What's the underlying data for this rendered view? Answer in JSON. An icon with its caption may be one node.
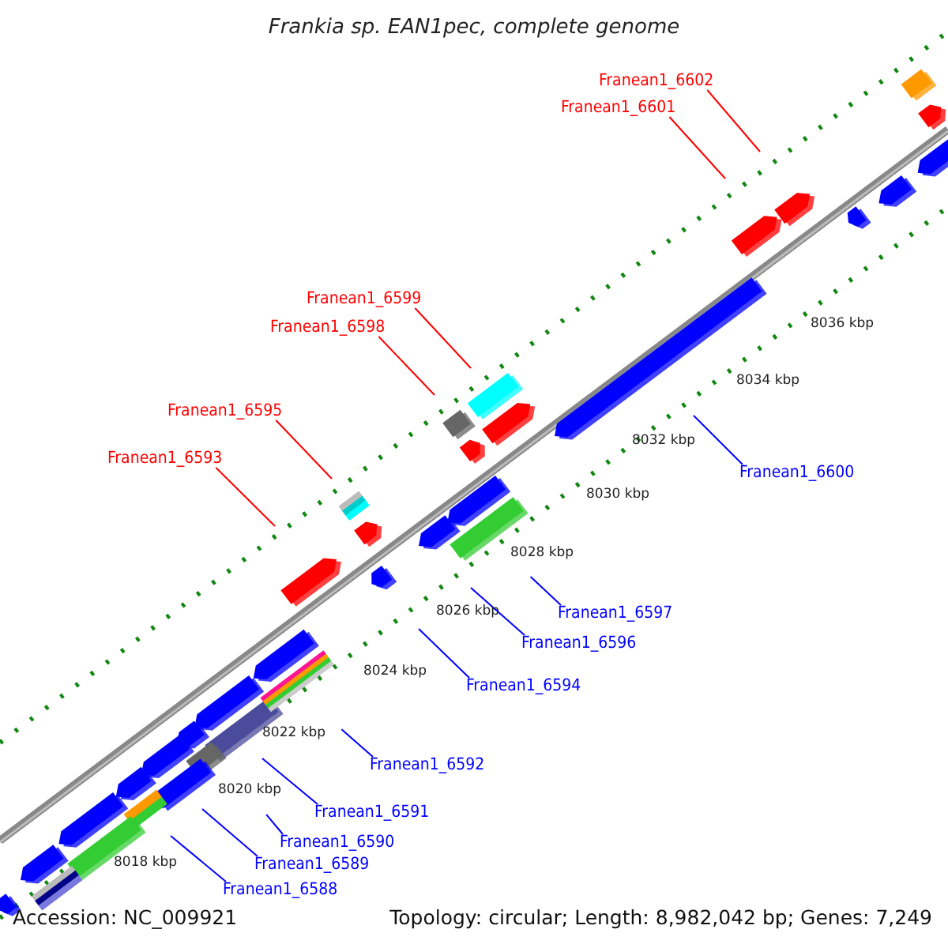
{
  "diagram": {
    "title": "Frankia sp. EAN1pec, complete genome",
    "nodes": [
      {
        "text": [
          "Franean1_6602"
        ]
      },
      {
        "text": [
          "Franean1_6601"
        ]
      },
      {
        "text": [
          "Franean1_6599"
        ]
      },
      {
        "text": [
          "Franean1_6598"
        ]
      },
      {
        "text": [
          "Franean1_6595"
        ]
      },
      {
        "text": [
          "Franean1_6600"
        ]
      },
      {
        "text": [
          "Franean1_6593"
        ]
      },
      {
        "text": [
          "Franean1_6597"
        ]
      },
      {
        "text": [
          "Franean1_6596"
        ]
      },
      {
        "text": [
          "Franean1_6594"
        ]
      },
      {
        "text": [
          "Franean1_6592"
        ]
      },
      {
        "text": [
          "Franean1_6591"
        ]
      },
      {
        "text": [
          "Franean1_6590"
        ]
      },
      {
        "text": [
          "Franean1_6589"
        ]
      },
      {
        "text": [
          "Franean1_6588"
        ]
      }
    ],
    "edges": [
      {
        "from": 0,
        "to": null,
        "arrow": "none",
        "color": "#ff0000"
      },
      {
        "from": 1,
        "to": null,
        "arrow": "none",
        "color": "#ff0000"
      },
      {
        "from": 2,
        "to": null,
        "arrow": "none",
        "color": "#ff0000"
      },
      {
        "from": 3,
        "to": null,
        "arrow": "none",
        "color": "#ff0000"
      },
      {
        "from": 4,
        "to": null,
        "arrow": "none",
        "color": "#ff0000"
      },
      {
        "from": 5,
        "to": null,
        "arrow": "none"
      },
      {
        "from": 6,
        "to": null,
        "arrow": "none",
        "color": "#ff0000"
      },
      {
        "from": 7,
        "to": null,
        "arrow": "none"
      },
      {
        "from": 8,
        "to": null,
        "arrow": "none"
      },
      {
        "from": 9,
        "to": null,
        "arrow": "none"
      },
      {
        "from": 10,
        "to": null,
        "arrow": "none"
      },
      {
        "from": 11,
        "to": null,
        "arrow": "none"
      },
      {
        "from": 12,
        "to": null,
        "arrow": "none"
      },
      {
        "from": 13,
        "to": null,
        "arrow": "none"
      },
      {
        "from": 14,
        "to": null,
        "arrow": "none"
      }
    ],
    "labels": [
      "8036 kbp",
      "8034 kbp",
      "8032 kbp",
      "8030 kbp",
      "8028 kbp",
      "8026 kbp",
      "8024 kbp",
      "8022 kbp",
      "8020 kbp",
      "8018 kbp",
      "Accession: NC_009921",
      "Topology: circular; Length: 8,982,042 bp; Genes: 7,249"
    ]
  }
}
